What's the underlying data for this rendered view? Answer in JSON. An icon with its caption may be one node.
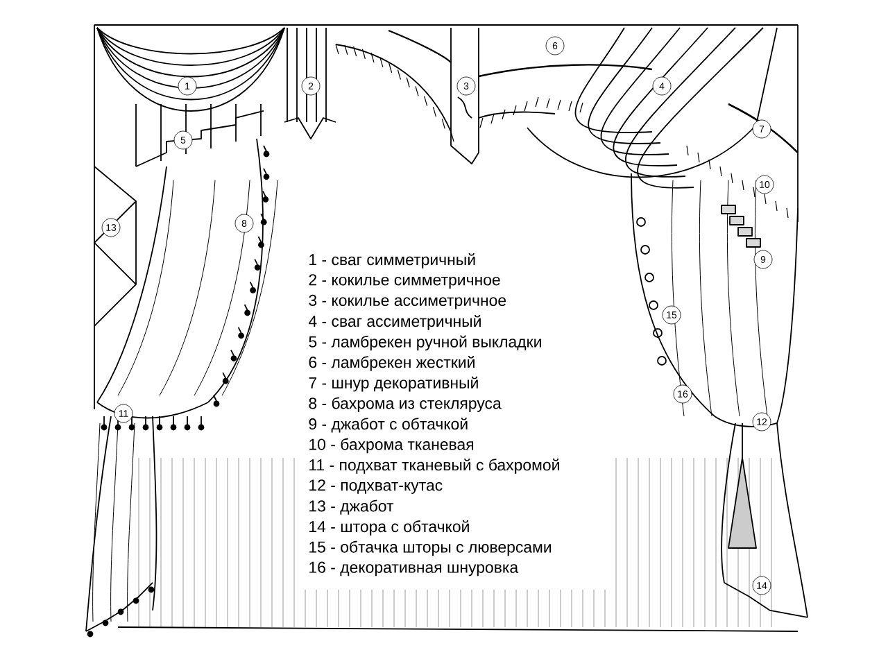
{
  "diagram": {
    "labels": [
      "1",
      "2",
      "3",
      "4",
      "5",
      "6",
      "7",
      "8",
      "9",
      "10",
      "11",
      "12",
      "13",
      "14",
      "15",
      "16",
      "1 - сваг симметричный",
      "2 - кокилье симметричное",
      "3 - кокилье ассиметричное",
      "4 - сваг ассиметричный",
      "5 - ламбрекен ручной выкладки",
      "6 - ламбрекен жесткий",
      "7 - шнур декоративный",
      "8 - бахрома из стекляруса",
      "9 - джабот с обтачкой",
      "10 - бахрома тканевая",
      "11 - подхват тканевый с бахромой",
      "12 - подхват-кутас",
      "13 - джабот",
      "14 - штора с обтачкой",
      "15 - обтачка шторы с люверсами",
      "16 - декоративная шнуровка"
    ]
  }
}
